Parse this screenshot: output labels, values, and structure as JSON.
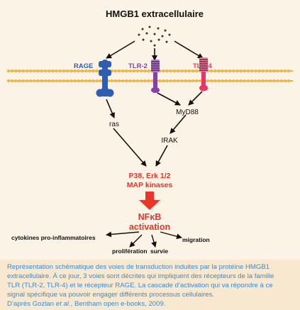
{
  "diagram": {
    "title": "HMGB1 extracellulaire",
    "receptors": {
      "rage": "RAGE",
      "tlr2": "TLR-2",
      "tlr4": "TLR-4"
    },
    "nodes": {
      "myd88": "MyD88",
      "ras": "ras",
      "irak": "IRAK",
      "kinases_line1": "P38, Erk 1/2",
      "kinases_line2": "MAP kinases",
      "nfkb_line1": "NFκB",
      "nfkb_line2": "activation"
    },
    "outcomes": {
      "cytokines": "cytokines pro-inflammatoires",
      "proliferation": "prolifération",
      "survie": "survie",
      "migration": "migration"
    },
    "colors": {
      "rage": "#2f5eb0",
      "tlr2": "#8a3fa8",
      "tlr4": "#e8336b",
      "accent_red": "#e8362a",
      "membrane_line": "#f0b03c"
    }
  },
  "caption": {
    "line1": "Représentation schématique des voies de transduction induites par la protéine HMGB1",
    "line2": "extracellulaire. À ce jour, 3 voies sont décrites qui impliquent des récepteurs de la famille",
    "line3": "TLR (TLR-2, TLR-4) et le récepteur RAGE. La cascade d’activation qui va répondre à ce",
    "line4": "signal spécifique va pouvoir engager différents processus cellulaires.",
    "source_prefix": "D’après Gozlan ",
    "source_italic": "et al.",
    "source_suffix": ", Bentham open e-books, 2009."
  }
}
